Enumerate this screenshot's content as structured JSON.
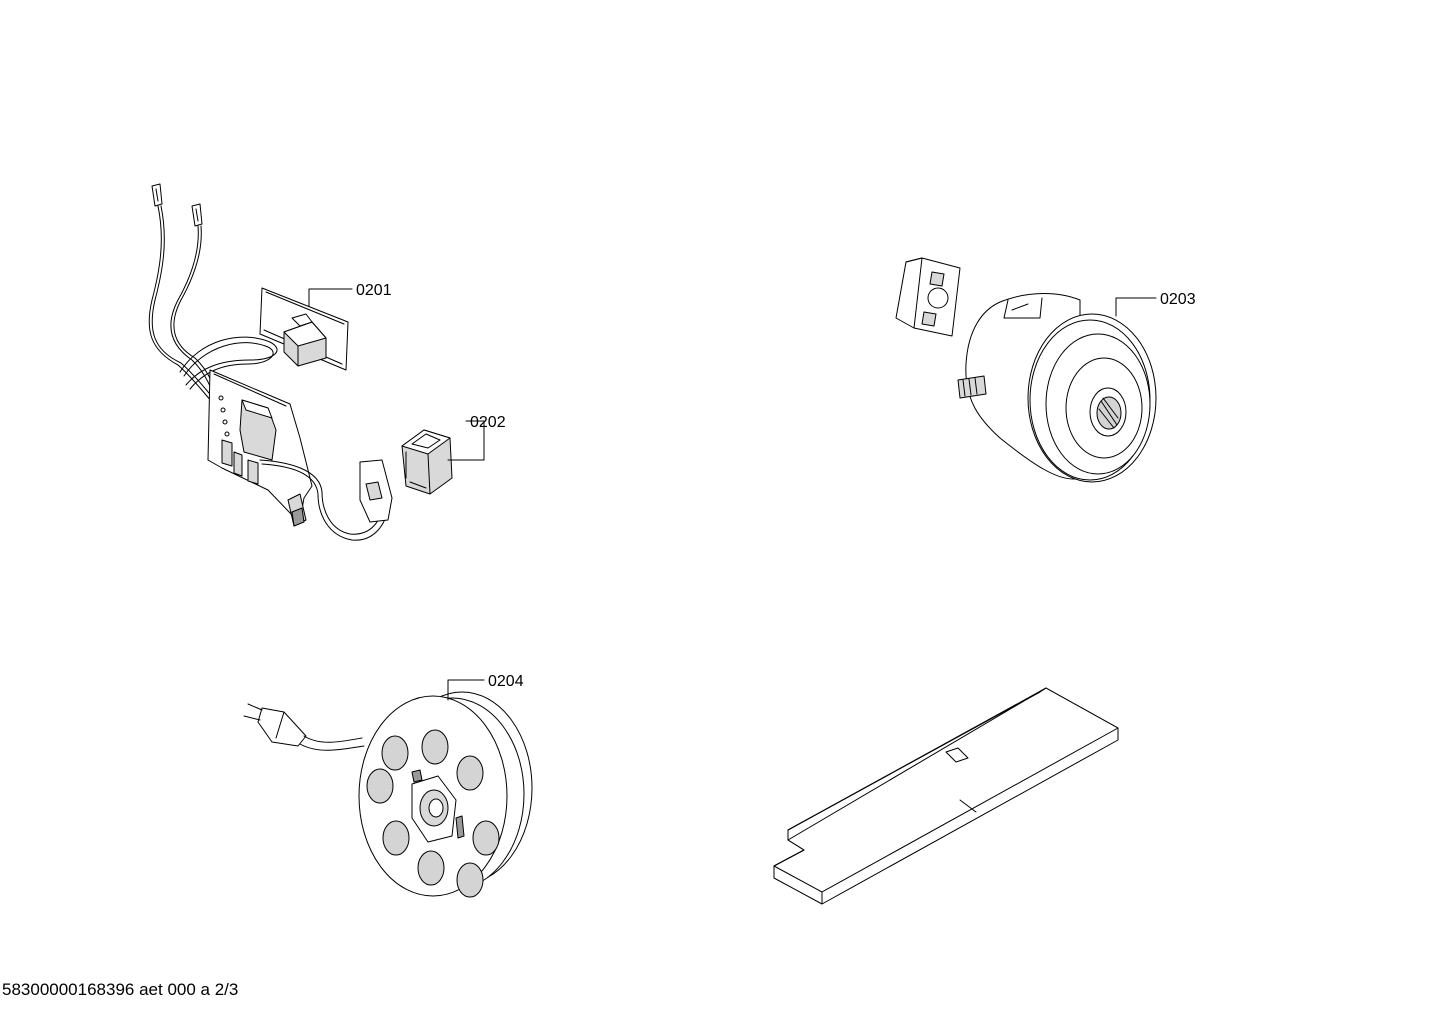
{
  "parts": [
    {
      "id": "part-0201",
      "label": "0201"
    },
    {
      "id": "part-0202",
      "label": "0202"
    },
    {
      "id": "part-0203",
      "label": "0203"
    },
    {
      "id": "part-0204",
      "label": "0204"
    }
  ],
  "footer": {
    "document_number": "58300000168396 aet 000 a 2/3"
  }
}
